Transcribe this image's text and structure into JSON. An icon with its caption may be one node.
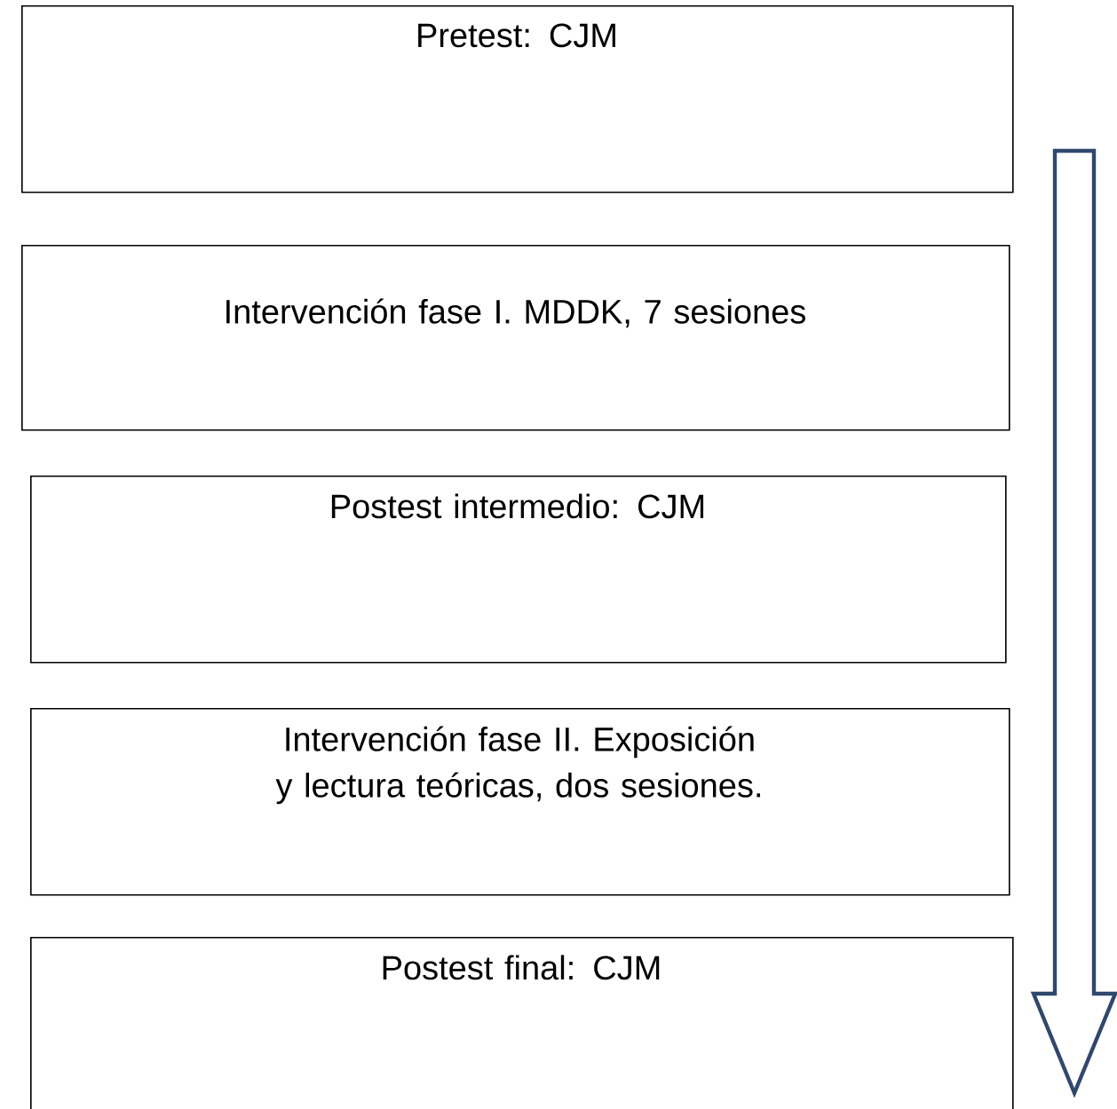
{
  "diagram": {
    "nodes": [
      {
        "text": [
          "Pretest: CJM"
        ]
      },
      {
        "text": [
          "Intervención fase I. MDDK, 7 sesiones"
        ]
      },
      {
        "text": [
          "Postest intermedio: CJM"
        ]
      },
      {
        "text": [
          "Intervención fase II. Exposición y lectura teóricas, dos sesiones."
        ]
      },
      {
        "text": [
          "Postest final: CJM"
        ]
      }
    ],
    "edges": []
  }
}
